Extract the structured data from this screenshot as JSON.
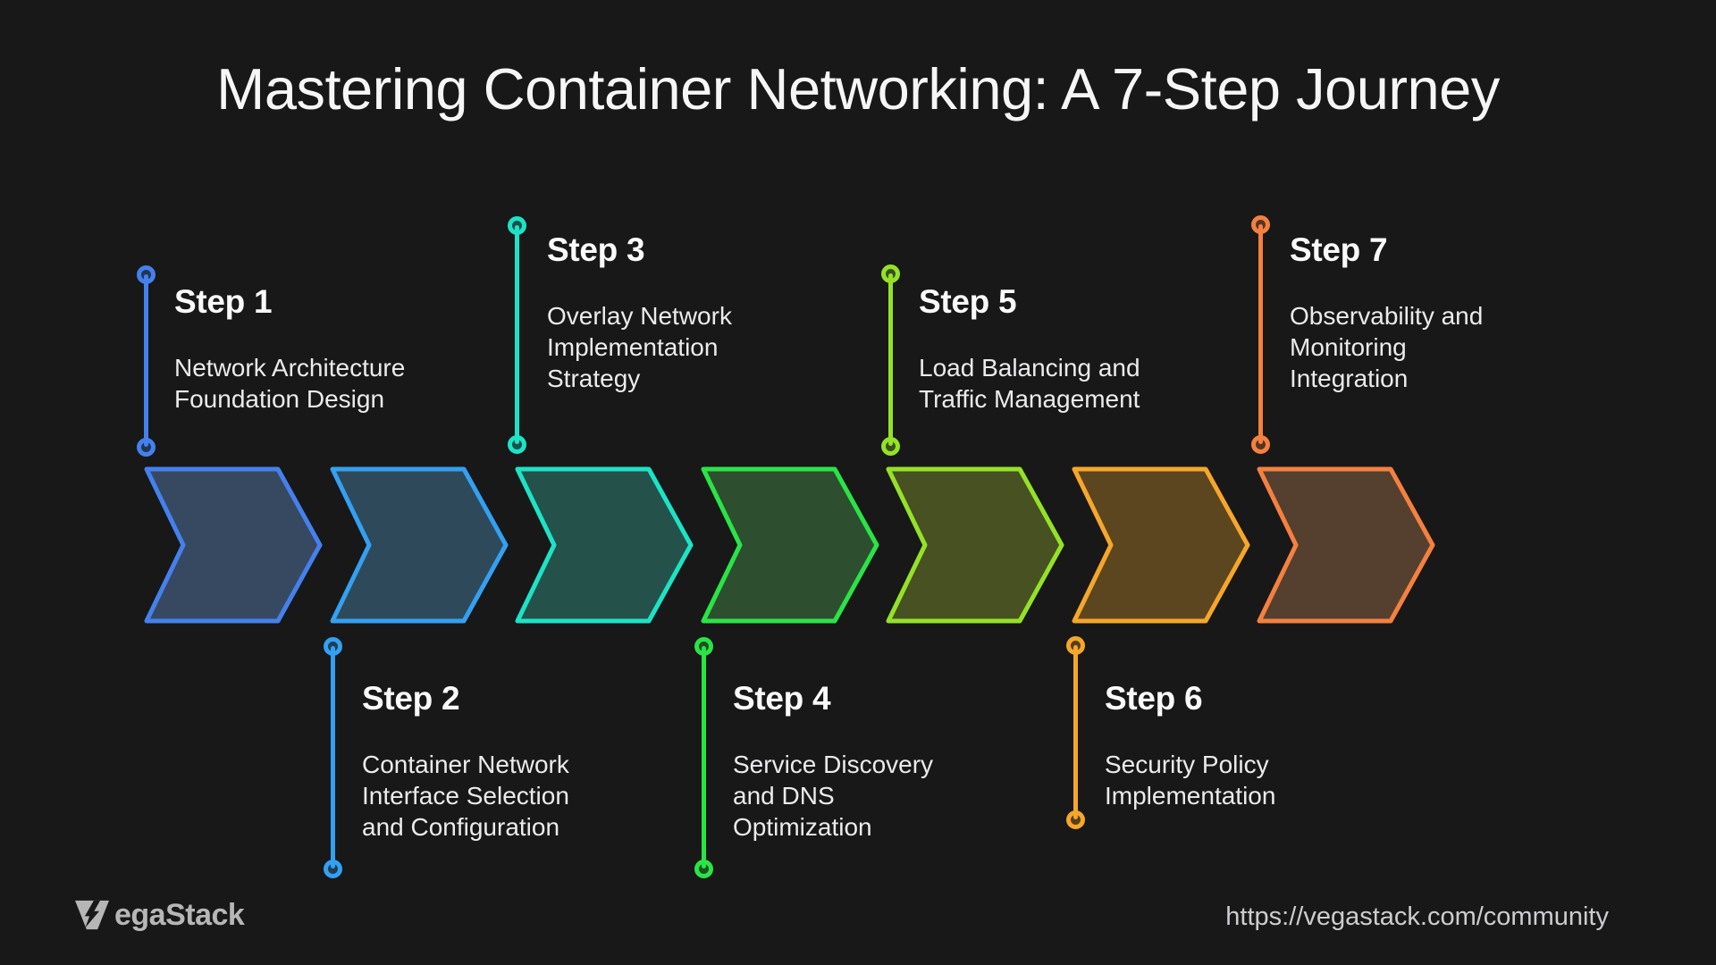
{
  "title": "Mastering Container Networking: A 7-Step Journey",
  "colors": {
    "background": "#181818",
    "title_text": "#f6f6f7",
    "heading_text": "#fafafa",
    "body_text": "#ebebed",
    "logo_text": "#b6b6b6",
    "url_text": "#cdcdd0"
  },
  "steps": [
    {
      "label": "Step 1",
      "description_lines": [
        "Network Architecture",
        "Foundation Design"
      ],
      "side": "top",
      "marker_color": "#4481ee",
      "chevron_fill": "#374861"
    },
    {
      "label": "Step 2",
      "description_lines": [
        "Container Network",
        "Interface Selection",
        "and Configuration"
      ],
      "side": "bottom",
      "marker_color": "#33a0f2",
      "chevron_fill": "#2e4a5a"
    },
    {
      "label": "Step 3",
      "description_lines": [
        "Overlay Network",
        "Implementation",
        "Strategy"
      ],
      "side": "top",
      "marker_color": "#1de3c6",
      "chevron_fill": "#24524a"
    },
    {
      "label": "Step 4",
      "description_lines": [
        "Service Discovery",
        "and DNS",
        "Optimization"
      ],
      "side": "bottom",
      "marker_color": "#2ae446",
      "chevron_fill": "#2d4f30"
    },
    {
      "label": "Step 5",
      "description_lines": [
        "Load Balancing and",
        "Traffic Management"
      ],
      "side": "top",
      "marker_color": "#94e227",
      "chevron_fill": "#475122"
    },
    {
      "label": "Step 6",
      "description_lines": [
        "Security Policy",
        "Implementation"
      ],
      "side": "bottom",
      "marker_color": "#f6a62a",
      "chevron_fill": "#5c4620"
    },
    {
      "label": "Step 7",
      "description_lines": [
        "Observability and",
        "Monitoring",
        "Integration"
      ],
      "side": "top",
      "marker_color": "#f5803f",
      "chevron_fill": "#55402f"
    }
  ],
  "footer": {
    "logo_icon": "vegastack-v-bolt-icon",
    "logo_text": "VegaStack",
    "logo_text_after_icon": "egaStack",
    "url": "https://vegastack.com/community"
  }
}
